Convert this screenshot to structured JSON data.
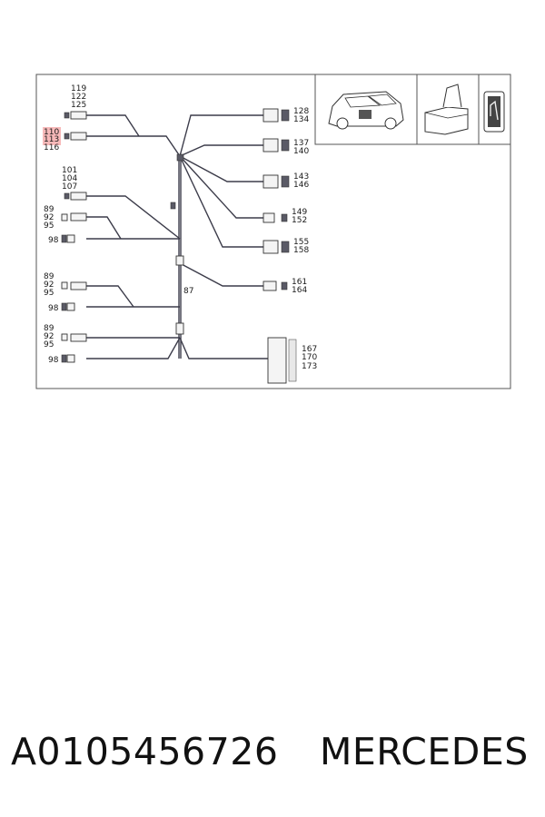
{
  "diagram": {
    "callouts": {
      "c119": "119",
      "c122": "122",
      "c125": "125",
      "c110": "110",
      "c113": "113",
      "c116": "116",
      "c101": "101",
      "c104": "104",
      "c107": "107",
      "a89": "89",
      "a92": "92",
      "a95": "95",
      "a98": "98",
      "b89": "89",
      "b92": "92",
      "b95": "95",
      "b98": "98",
      "d89": "89",
      "d92": "92",
      "d95": "95",
      "d98": "98",
      "c87": "87",
      "c128": "128",
      "c134": "134",
      "c137": "137",
      "c140": "140",
      "c143": "143",
      "c146": "146",
      "c149": "149",
      "c152": "152",
      "c155": "155",
      "c158": "158",
      "c161": "161",
      "c164": "164",
      "c167": "167",
      "c170": "170",
      "c173": "173"
    },
    "highlight_color": "#f08080"
  },
  "footer": {
    "part_number": "A0105456726",
    "brand": "MERCEDES"
  }
}
